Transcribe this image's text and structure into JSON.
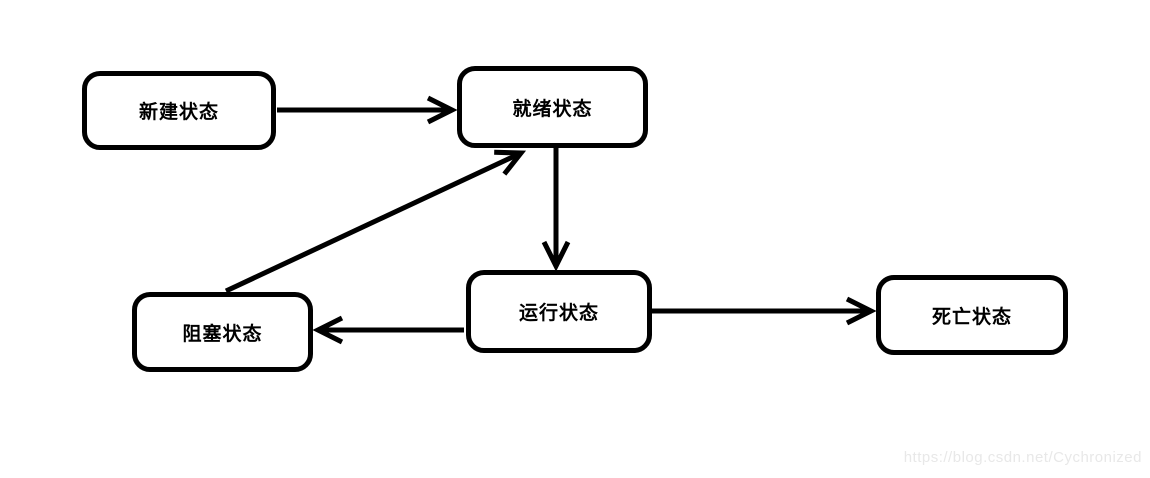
{
  "diagram": {
    "type": "state-diagram",
    "nodes": [
      {
        "id": "new",
        "label": "新建状态"
      },
      {
        "id": "ready",
        "label": "就绪状态"
      },
      {
        "id": "running",
        "label": "运行状态"
      },
      {
        "id": "blocked",
        "label": "阻塞状态"
      },
      {
        "id": "dead",
        "label": "死亡状态"
      }
    ],
    "edges": [
      {
        "from": "new",
        "to": "ready"
      },
      {
        "from": "ready",
        "to": "running"
      },
      {
        "from": "running",
        "to": "blocked"
      },
      {
        "from": "blocked",
        "to": "ready"
      },
      {
        "from": "running",
        "to": "dead"
      }
    ],
    "colors": {
      "stroke": "#000000",
      "node_fill": "#ffffff",
      "background": "#ffffff",
      "watermark": "#e8e8e8"
    }
  },
  "watermark": {
    "text": "https://blog.csdn.net/Cychronized"
  }
}
